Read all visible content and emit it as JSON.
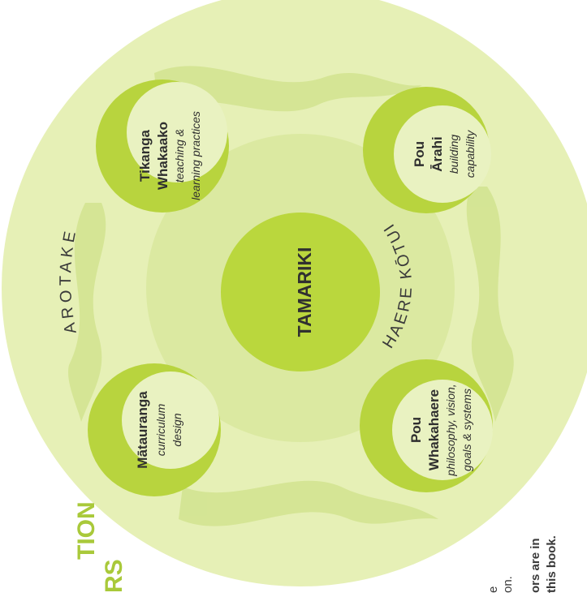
{
  "center": {
    "label": "TAMARIKI"
  },
  "arcs": {
    "inner": "HAERE KŌTUI",
    "outer": "AROTAKE"
  },
  "nodes": [
    {
      "title1": "Tikanga",
      "title2": "Whakaako",
      "desc1": "teaching &",
      "desc2": "learning practices"
    },
    {
      "title1": "Pou",
      "title2": "Ārahi",
      "desc1": "building",
      "desc2": "capability"
    },
    {
      "title1": "Pou",
      "title2": "Whakahaere",
      "desc1": "philosophy, vision,",
      "desc2": "goals & systems"
    },
    {
      "title1": "Mātauranga",
      "desc1": "curriculum",
      "desc2": "design"
    }
  ],
  "left_fragment": {
    "line1": "TION",
    "line2": "RS"
  },
  "bottom_fragments": {
    "line1": "ors are in",
    "line2": "this book.",
    "line3": "on.",
    "line4": "e"
  },
  "colors": {
    "outer": "#e6f0b6",
    "middle": "#d3e48c",
    "center": "#b9d63c",
    "ribbon": "#d8e79a",
    "node": "#b6d33c",
    "node_hole": "#e9f2c1",
    "text": "#2f2f2f",
    "fragment_green": "#a9c93a"
  }
}
